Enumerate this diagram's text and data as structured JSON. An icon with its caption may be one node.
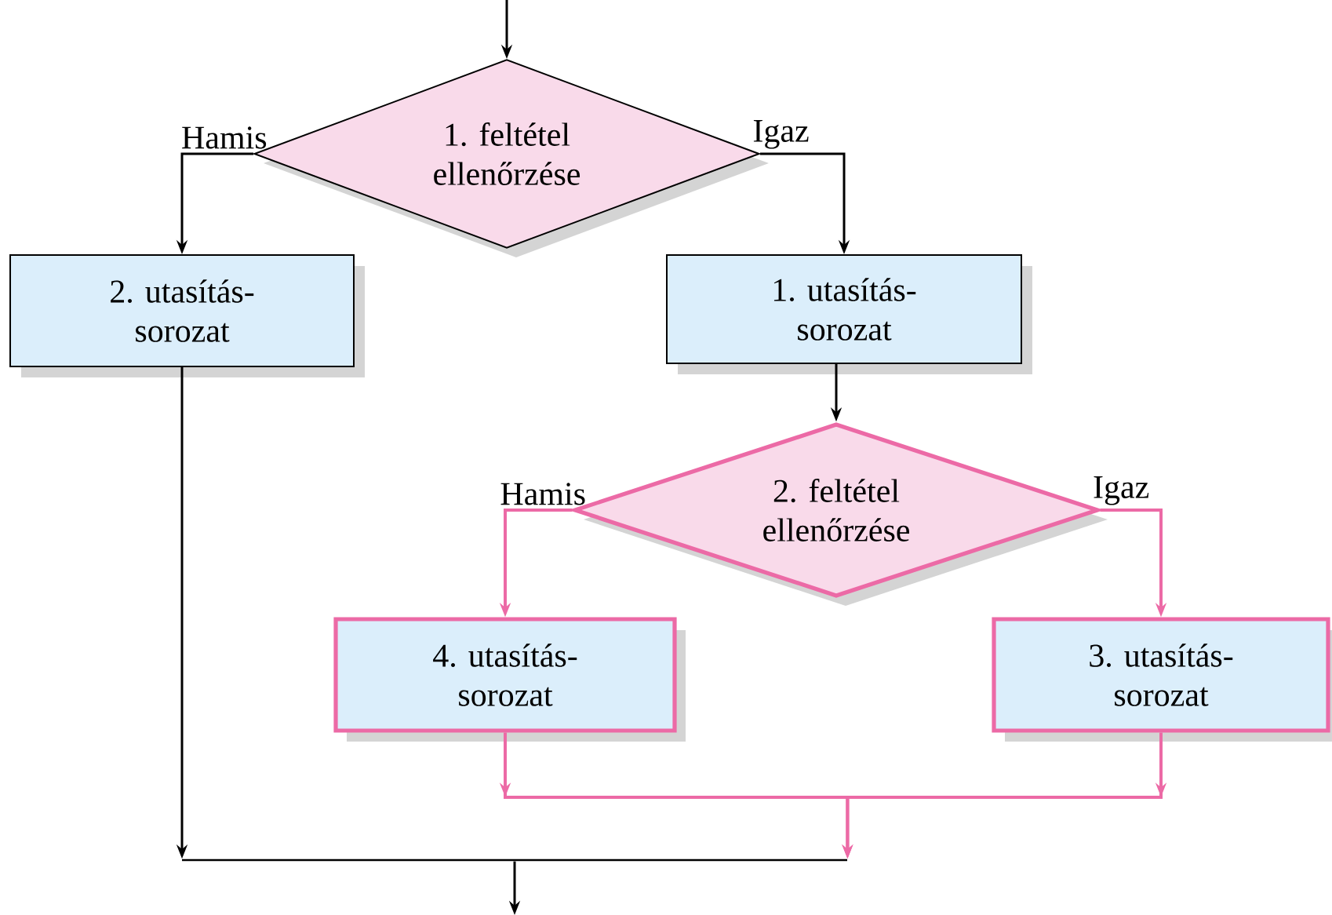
{
  "diagram": {
    "nodes": [
      {
        "text": [
          "1. feltétel ellenőrzése"
        ]
      },
      {
        "text": [
          "2. utasítás-sorozat"
        ]
      },
      {
        "text": [
          "1. utasítás-sorozat"
        ]
      },
      {
        "text": [
          "2. feltétel ellenőrzése"
        ]
      },
      {
        "text": [
          "4. utasítás-sorozat"
        ]
      },
      {
        "text": [
          "3. utasítás-sorozat"
        ]
      },
      {
        "text": [],
        "shape": "bar"
      }
    ],
    "edges": [
      {
        "from": null,
        "to": 0,
        "arrow": "to"
      },
      {
        "from": 0,
        "to": 1,
        "arrow": "to",
        "label": "Hamis"
      },
      {
        "from": 0,
        "to": 2,
        "arrow": "to",
        "label": "Igaz"
      },
      {
        "from": 2,
        "to": 3,
        "arrow": "to"
      },
      {
        "from": 3,
        "to": 4,
        "arrow": "to",
        "label": "Hamis",
        "color": "#ec6aa6"
      },
      {
        "from": 3,
        "to": 5,
        "arrow": "to",
        "label": "Igaz",
        "color": "#ec6aa6"
      },
      {
        "from": 4,
        "to": 6,
        "arrow": "to",
        "color": "#ec6aa6"
      },
      {
        "from": 5,
        "to": 6,
        "arrow": "to",
        "color": "#ec6aa6"
      },
      {
        "from": 1,
        "to": 6,
        "arrow": "to"
      },
      {
        "from": 6,
        "to": null,
        "arrow": "to"
      }
    ]
  }
}
